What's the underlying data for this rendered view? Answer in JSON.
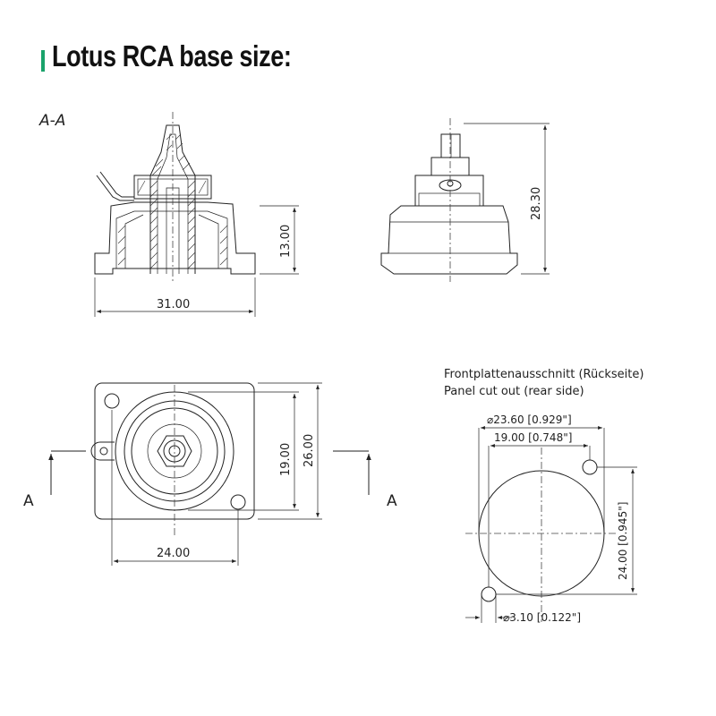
{
  "title": "Lotus RCA base size:",
  "section_label": "A-A",
  "side_dims": {
    "width": "31.00",
    "height": "13.00"
  },
  "front_dims": {
    "height": "28.30"
  },
  "face_dims": {
    "inner": "19.00",
    "outer": "26.00",
    "width": "24.00"
  },
  "section_marks": {
    "left": "A",
    "right": "A"
  },
  "cutout": {
    "title_de": "Frontplattenausschnitt (Rückseite)",
    "title_en": "Panel cut out (rear side)",
    "diameter": "⌀23.60 [0.929\"]",
    "width": "19.00 [0.748\"]",
    "height": "24.00 [0.945\"]",
    "hole": "⌀3.10 [0.122\"]"
  },
  "colors": {
    "accent": "#1aa36b",
    "line": "#222222"
  }
}
